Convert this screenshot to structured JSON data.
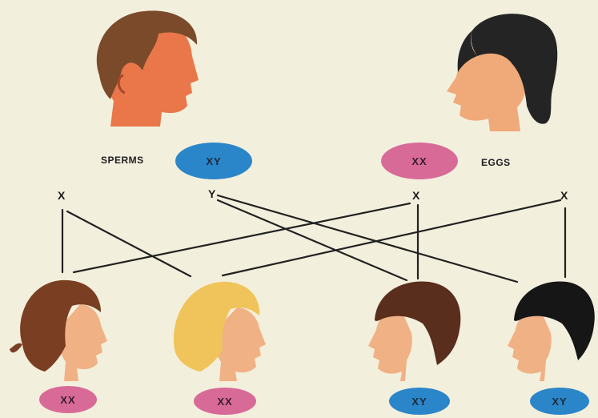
{
  "father": {
    "label": "SPERMS",
    "chromosomes": "XY"
  },
  "mother": {
    "label": "EGGS",
    "chromosomes": "XX"
  },
  "gametes": {
    "sperm_x": "X",
    "sperm_y": "Y",
    "egg_x1": "X",
    "egg_x2": "X"
  },
  "children": [
    {
      "chromosomes": "XX"
    },
    {
      "chromosomes": "XX"
    },
    {
      "chromosomes": "XY"
    },
    {
      "chromosomes": "XY"
    }
  ],
  "colors": {
    "background": "#f3efdd",
    "male_oval": "#2a86c8",
    "female_oval": "#d86a98",
    "line": "#222222"
  }
}
